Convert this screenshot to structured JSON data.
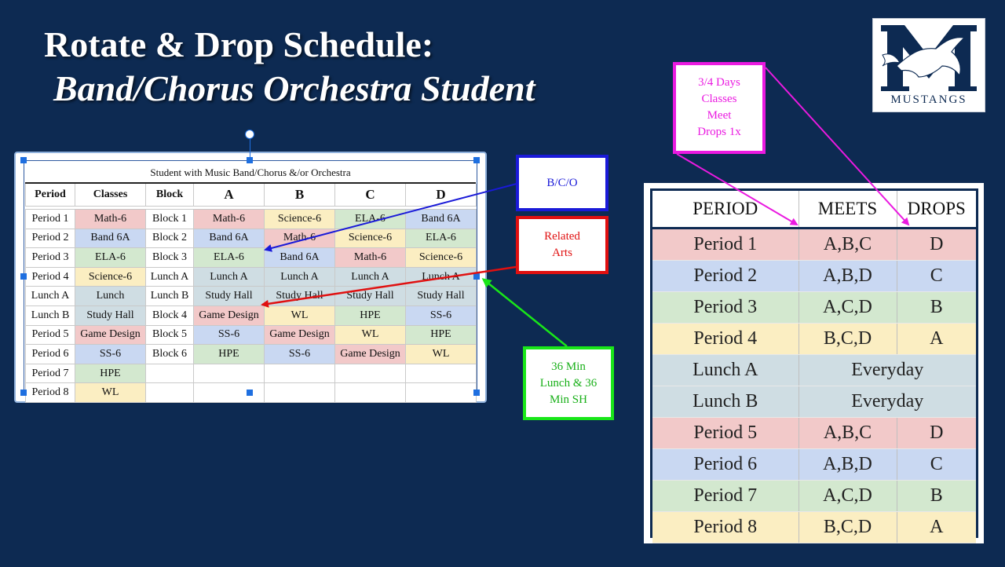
{
  "title": {
    "line1": "Rotate & Drop Schedule:",
    "line2": "Band/Chorus Orchestra Student"
  },
  "logo": {
    "text": "MUSTANGS"
  },
  "colors": {
    "background": "#0d2a52",
    "red": "#f2c9c9",
    "blue": "#c9d8f2",
    "green": "#d3e8cf",
    "yellow": "#fbeec2",
    "gray": "#cfdde3",
    "white": "#ffffff",
    "callout_blue": "#1a1ad8",
    "callout_red": "#e01010",
    "callout_green": "#19e619",
    "callout_magenta": "#ea1ae0"
  },
  "left_table": {
    "caption": "Student with Music Band/Chorus &/or Orchestra",
    "headers": [
      "Period",
      "Classes",
      "Block",
      "A",
      "B",
      "C",
      "D"
    ],
    "rows": [
      [
        "Period 1",
        "Math-6",
        "Block 1",
        "Math-6",
        "Science-6",
        "ELA-6",
        "Band 6A"
      ],
      [
        "Period 2",
        "Band 6A",
        "Block 2",
        "Band 6A",
        "Math-6",
        "Science-6",
        "ELA-6"
      ],
      [
        "Period 3",
        "ELA-6",
        "Block 3",
        "ELA-6",
        "Band 6A",
        "Math-6",
        "Science-6"
      ],
      [
        "Period 4",
        "Science-6",
        "Lunch A",
        "Lunch A",
        "Lunch A",
        "Lunch A",
        "Lunch A"
      ],
      [
        "Lunch A",
        "Lunch",
        "Lunch B",
        "Study Hall",
        "Study Hall",
        "Study Hall",
        "Study Hall"
      ],
      [
        "Lunch B",
        "Study Hall",
        "Block 4",
        "Game Design",
        "WL",
        "HPE",
        "SS-6"
      ],
      [
        "Period 5",
        "Game Design",
        "Block 5",
        "SS-6",
        "Game Design",
        "WL",
        "HPE"
      ],
      [
        "Period 6",
        "SS-6",
        "Block 6",
        "HPE",
        "SS-6",
        "Game Design",
        "WL"
      ],
      [
        "Period 7",
        "HPE",
        "",
        "",
        "",
        "",
        ""
      ],
      [
        "Period 8",
        "WL",
        "",
        "",
        "",
        "",
        ""
      ]
    ],
    "row_colors": [
      [
        "white",
        "red",
        "white",
        "red",
        "yellow",
        "green",
        "blue"
      ],
      [
        "white",
        "blue",
        "white",
        "blue",
        "red",
        "yellow",
        "green"
      ],
      [
        "white",
        "green",
        "white",
        "green",
        "blue",
        "red",
        "yellow"
      ],
      [
        "white",
        "yellow",
        "white",
        "gray",
        "gray",
        "gray",
        "gray"
      ],
      [
        "white",
        "gray",
        "white",
        "gray",
        "gray",
        "gray",
        "gray"
      ],
      [
        "white",
        "gray",
        "white",
        "red",
        "yellow",
        "green",
        "blue"
      ],
      [
        "white",
        "red",
        "white",
        "blue",
        "red",
        "yellow",
        "green"
      ],
      [
        "white",
        "blue",
        "white",
        "green",
        "blue",
        "red",
        "yellow"
      ],
      [
        "white",
        "green",
        "white",
        "white",
        "white",
        "white",
        "white"
      ],
      [
        "white",
        "yellow",
        "white",
        "white",
        "white",
        "white",
        "white"
      ]
    ]
  },
  "callouts": {
    "bco": "B/C/O",
    "related_arts": [
      "Related",
      "Arts"
    ],
    "lunch": [
      "36 Min",
      "Lunch & 36",
      "Min SH"
    ],
    "days": [
      "3/4  Days",
      "Classes",
      "Meet",
      "Drops 1x"
    ]
  },
  "right_table": {
    "headers": [
      "PERIOD",
      "MEETS",
      "DROPS"
    ],
    "rows": [
      {
        "period": "Period 1",
        "meets": "A,B,C",
        "drops": "D",
        "color": "red"
      },
      {
        "period": "Period 2",
        "meets": "A,B,D",
        "drops": "C",
        "color": "blue"
      },
      {
        "period": "Period 3",
        "meets": "A,C,D",
        "drops": "B",
        "color": "green"
      },
      {
        "period": "Period 4",
        "meets": "B,C,D",
        "drops": "A",
        "color": "yellow"
      },
      {
        "period": "Lunch A",
        "meets": "Everyday",
        "drops": "",
        "color": "gray"
      },
      {
        "period": "Lunch B",
        "meets": "Everyday",
        "drops": "",
        "color": "gray"
      },
      {
        "period": "Period 5",
        "meets": "A,B,C",
        "drops": "D",
        "color": "red"
      },
      {
        "period": "Period 6",
        "meets": "A,B,D",
        "drops": "C",
        "color": "blue"
      },
      {
        "period": "Period 7",
        "meets": "A,C,D",
        "drops": "B",
        "color": "green"
      },
      {
        "period": "Period 8",
        "meets": "B,C,D",
        "drops": "A",
        "color": "yellow"
      }
    ]
  }
}
